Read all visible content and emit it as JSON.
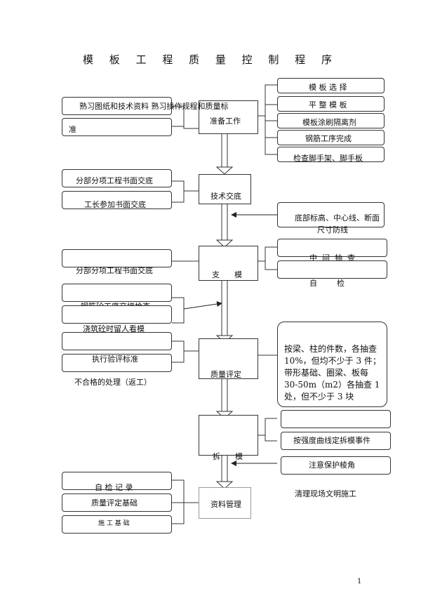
{
  "title": "模 板 工 程 质 量 控 制 程 序",
  "page_number": "1",
  "steps": {
    "prepare": {
      "label": "准备工作"
    },
    "tech": {
      "label": "技术交底"
    },
    "support": {
      "label": "支      模"
    },
    "quality": {
      "label": "质量评定"
    },
    "remove": {
      "label": "拆      模"
    },
    "records": {
      "label": "资料管理"
    }
  },
  "left": {
    "prepare_line1": "熟习图纸和技术资料  熟习操作规程和质量标",
    "prepare_line2": "准",
    "tech_1": "分部分项工程书面交底",
    "tech_2": "工长参加书面交底",
    "support_1": "分部分项工程书面交底",
    "support_2": "钢筋砼工序交接检查",
    "support_3": "浇筑砼时留人看模",
    "quality_1": "执行验评标准",
    "quality_2": "不合格的处理（返工）",
    "records_1": "自  检  记  录",
    "records_2": "质量评定基础",
    "records_3": "施  工  基  础"
  },
  "right": {
    "prepare_1": "模  板  选  择",
    "prepare_2": "平  整  模  板",
    "prepare_3": "模板涂刷隔离剂",
    "prepare_4": "钢筋工序完成",
    "prepare_5": "检查脚手架、脚手板",
    "tech_1_line1": "底部标高、中心线、断面",
    "tech_1_line2": "尺寸防线",
    "support_1": "中  间  抽  查",
    "support_2": "自        检",
    "quality_1_line1": "按梁、柱的件数，各抽查",
    "quality_1_line2": "10%，但均不少于 3 件；",
    "quality_1_line3": "带形基础、圈梁、板每",
    "quality_1_line4": "30-50m（m2）各抽查 1",
    "quality_1_line5": "处，但不少于 3 块",
    "remove_1": "按强度曲线定拆模事件",
    "remove_2": "注意保护棱角",
    "remove_3": "清理现场文明施工"
  }
}
